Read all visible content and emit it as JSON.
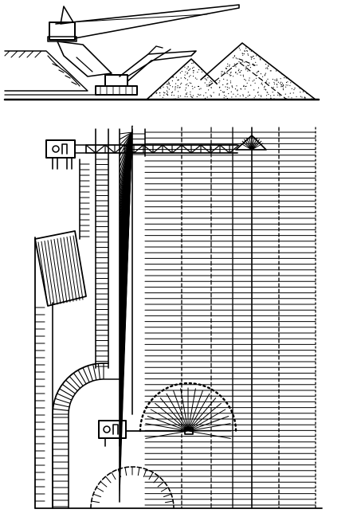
{
  "figure": {
    "ink_color": "#000000",
    "paper_color": "#ffffff",
    "views": [
      {
        "id": "elevation",
        "depicts": [
          "bucket-wheel-excavator",
          "stacker-boom",
          "conical-stockpiles",
          "embankment"
        ]
      },
      {
        "id": "plan",
        "depicts": [
          "stacker-reclaimer",
          "lattice-boom",
          "conveyor-tracks",
          "stockpile-rows",
          "rotary-slewing-crane",
          "turning-arc"
        ]
      }
    ]
  }
}
